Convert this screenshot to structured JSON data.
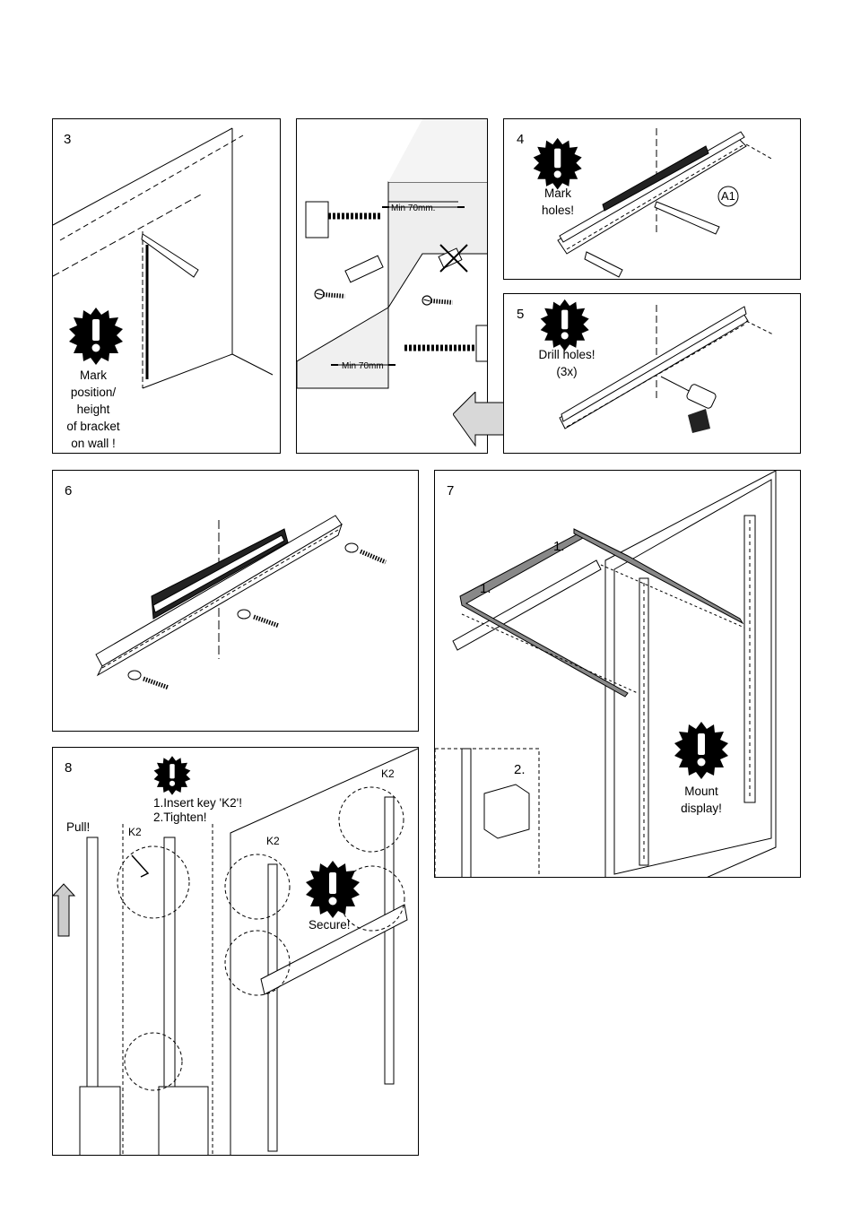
{
  "panels": {
    "p3": {
      "step": "3",
      "text": "Mark\nposition/\nheight\nof bracket\non wall !"
    },
    "p3b": {
      "min_top": "Min 70mm.",
      "min_bottom": "Min 70mm"
    },
    "p4": {
      "step": "4",
      "text": "Mark\nholes!",
      "part": "A1"
    },
    "p5": {
      "step": "5",
      "text": "Drill holes!\n(3x)"
    },
    "p6": {
      "step": "6"
    },
    "p7": {
      "step": "7",
      "sub1a": "1.",
      "sub1b": "1.",
      "sub2": "2.",
      "text": "Mount\ndisplay!"
    },
    "p8": {
      "step": "8",
      "pull": "Pull!",
      "instr": "1.Insert key 'K2'!\n2.Tighten!",
      "key1": "K2",
      "key2": "K2",
      "key3": "K2",
      "text": "Secure!"
    }
  },
  "colors": {
    "line": "#000000",
    "accent_fill": "#888888",
    "arrow_fill": "#cccccc"
  }
}
